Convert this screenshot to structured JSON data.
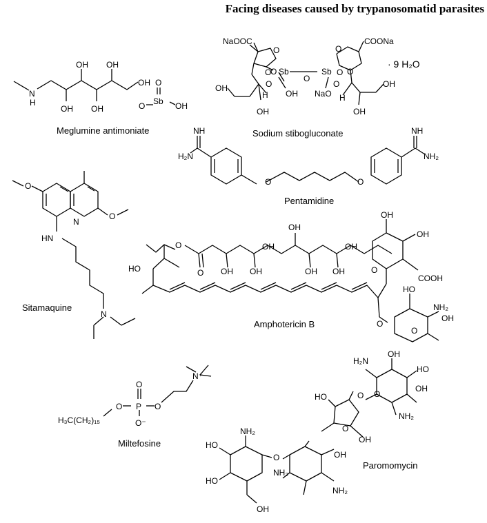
{
  "title": "Facing diseases caused by trypanosomatid parasites",
  "compounds": {
    "meglumine_antimoniate": {
      "name": "Meglumine antimoniate",
      "labels": [
        "N",
        "H",
        "OH",
        "OH",
        "OH",
        "OH",
        "OH",
        "O",
        "Sb",
        "O",
        "OH"
      ]
    },
    "sodium_stibogluconate": {
      "name": "Sodium stibogluconate",
      "labels": [
        "NaOOC",
        "O",
        "O",
        "O",
        "Sb",
        "O",
        "O",
        "Sb",
        "O",
        "O",
        "O",
        "O",
        "COONa",
        "OH",
        "OH",
        "OH",
        "OH",
        "OH",
        "H",
        "H",
        "NaO",
        "· 9 H₂O"
      ]
    },
    "pentamidine": {
      "name": "Pentamidine",
      "labels": [
        "NH",
        "H₂N",
        "O",
        "O",
        "NH",
        "NH₂"
      ]
    },
    "sitamaquine": {
      "name": "Sitamaquine",
      "labels": [
        "O",
        "N",
        "O",
        "HN",
        "N"
      ]
    },
    "amphotericin_b": {
      "name": "Amphotericin B",
      "labels": [
        "O",
        "O",
        "OH",
        "OH",
        "OH",
        "OH",
        "OH",
        "OH",
        "OH",
        "OH",
        "OH",
        "HO",
        "O",
        "COOH",
        "HO",
        "NH₂",
        "OH",
        "O",
        "O"
      ]
    },
    "miltefosine": {
      "name": "Miltefosine",
      "labels": [
        "N⁺",
        "O",
        "P",
        "O",
        "O",
        "O⁻",
        "H₃C(CH₂)₁₅"
      ]
    },
    "paromomycin": {
      "name": "Paromomycin",
      "labels": [
        "H₂N",
        "OH",
        "HO",
        "O",
        "OH",
        "NH₂",
        "HO",
        "O",
        "O",
        "OH",
        "NH₂",
        "HO",
        "O",
        "OH",
        "HO",
        "NH₂",
        "NH₂",
        "OH"
      ]
    }
  }
}
